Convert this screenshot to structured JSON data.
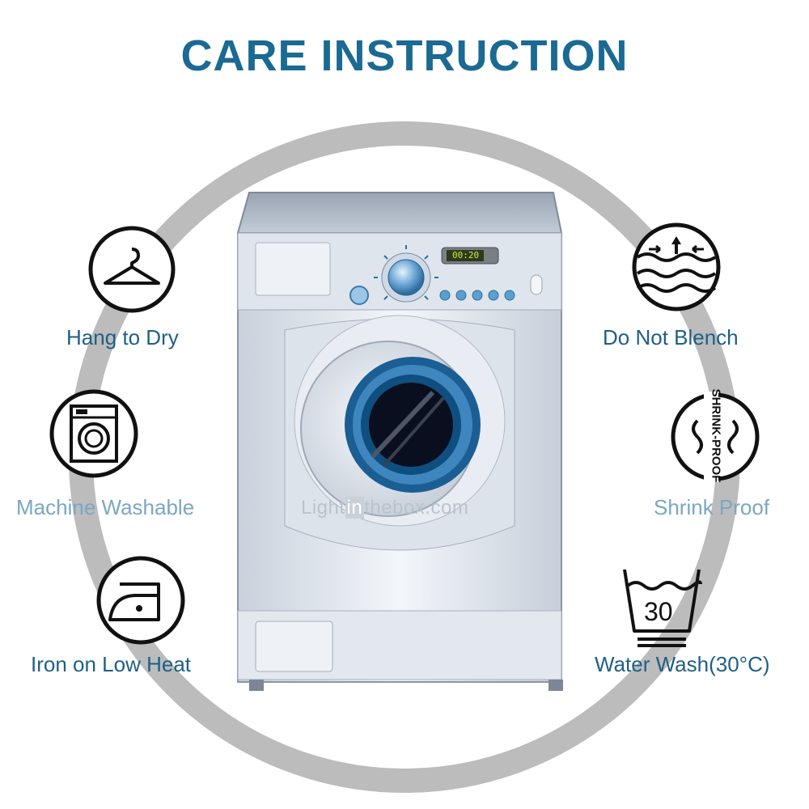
{
  "title": "CARE INSTRUCTION",
  "colors": {
    "title": "#1a6a93",
    "label": "#1f5f86",
    "label_light": "#7aa7c2",
    "ring": "#bcbcbc"
  },
  "machine": {
    "display": "00:20"
  },
  "watermark": {
    "part1": "Light",
    "part2": "in",
    "part3": "thebox",
    "part4": ".com"
  },
  "items": [
    {
      "label": "Hang to Dry",
      "icon": "hanger-icon"
    },
    {
      "label": "Machine Washable",
      "icon": "washing-machine-icon"
    },
    {
      "label": "Iron on Low Heat",
      "icon": "iron-icon"
    },
    {
      "label": "Do Not Blench",
      "icon": "no-shrink-waves-icon"
    },
    {
      "label": "Shrink Proof",
      "icon": "shrink-proof-icon",
      "badge": "SHRINK-PROOF"
    },
    {
      "label": "Water Wash(30°C)",
      "icon": "wash-tub-icon",
      "temp": "30"
    }
  ]
}
